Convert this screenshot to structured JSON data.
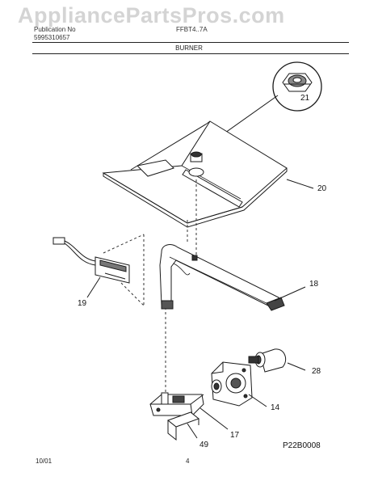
{
  "watermark": "AppliancePartsPros.com",
  "header": {
    "left_line1": "Publication No",
    "left_line2": "5995310657",
    "model": "FFBT4..7A"
  },
  "title": "BURNER",
  "callouts": {
    "c21": "21",
    "c20": "20",
    "c19": "19",
    "c18": "18",
    "c28": "28",
    "c14": "14",
    "c17": "17",
    "c49": "49"
  },
  "footer": {
    "date": "10/01",
    "page": "4",
    "drawing_id": "P22B0008"
  }
}
